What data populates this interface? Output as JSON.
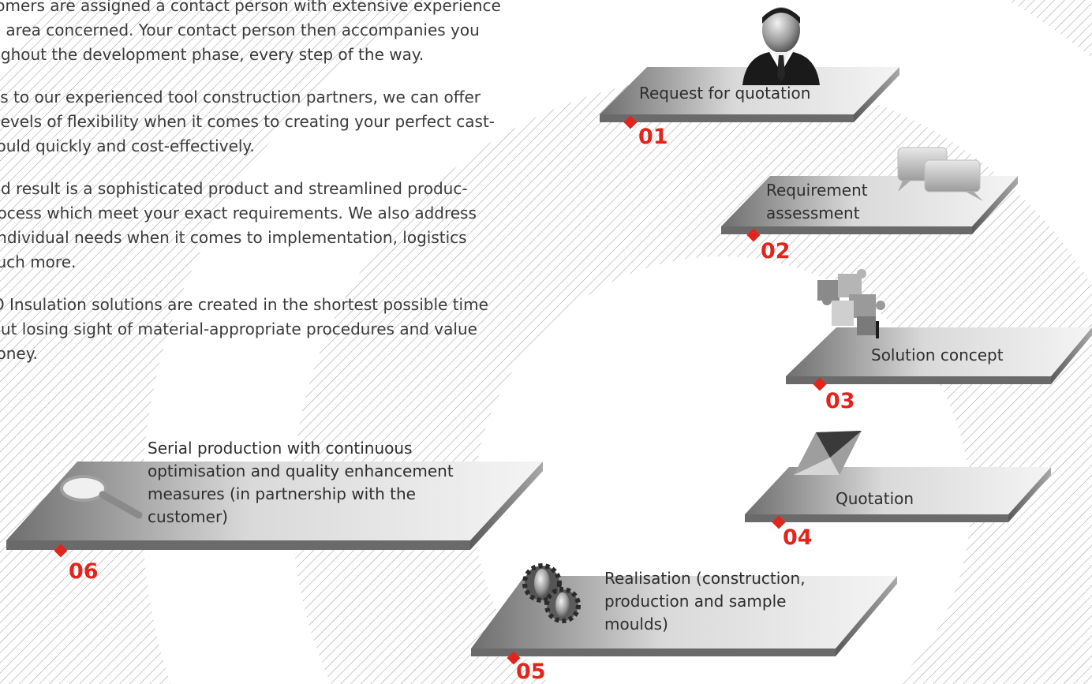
{
  "intro_paragraphs": [
    [
      "stomers are assigned a contact person with extensive experience",
      "he area concerned. Your contact person then accompanies you",
      "oughout the development phase, every step of the way."
    ],
    [
      "nks to our experienced tool construction partners, we can offer",
      "h levels of flexibility when it comes to creating your perfect cast-",
      "mould quickly and cost-effectively."
    ],
    [
      "end result is a sophisticated product and streamlined produc-",
      "process which meet your exact requirements. We also address",
      "r individual needs when it comes to implementation, logistics",
      "much more."
    ],
    [
      "RO Insulation solutions are created in the shortest possible time",
      "hout losing sight of material-appropriate procedures and value",
      "money."
    ]
  ],
  "steps": [
    {
      "number": "01",
      "label": [
        "Request for quotation"
      ],
      "icon": "person-icon"
    },
    {
      "number": "02",
      "label": [
        "Requirement",
        "assessment"
      ],
      "icon": "speech-bubbles-icon"
    },
    {
      "number": "03",
      "label": [
        "Solution concept"
      ],
      "icon": "puzzle-icon"
    },
    {
      "number": "04",
      "label": [
        "Quotation"
      ],
      "icon": "envelope-icon"
    },
    {
      "number": "05",
      "label": [
        "Realisation (construction,",
        "production and sample",
        "moulds)"
      ],
      "icon": "gears-icon"
    },
    {
      "number": "06",
      "label": [
        "Serial production with continuous",
        "optimisation and quality enhancement",
        "measures (in partnership with the",
        "customer)"
      ],
      "icon": "magnifier-icon"
    }
  ],
  "colors": {
    "accent": "#e2241c",
    "text": "#3a3a3a"
  }
}
